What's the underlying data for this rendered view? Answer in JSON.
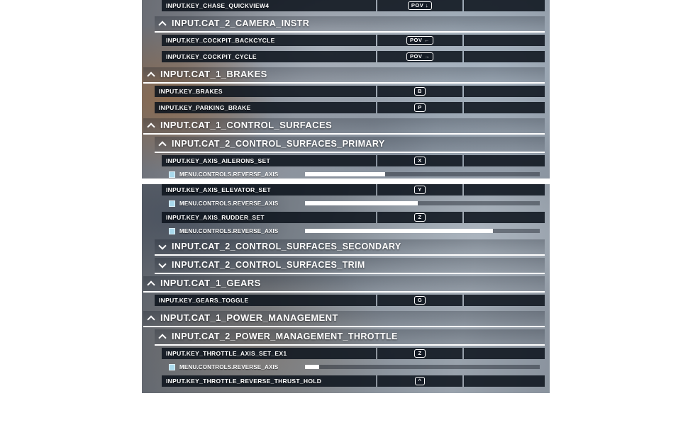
{
  "colors": {
    "row_bg": "rgba(14,20,30,0.88)",
    "badge_border": "#ffffff",
    "checkbox_fill": "#a9d9ec",
    "slider_fill": "#ffffff",
    "header_underline": "#ffffff"
  },
  "top_panel": {
    "rows": [
      {
        "label": "INPUT.KEY_CHASE_QUICKVIEW4",
        "key": "POV ↓"
      },
      {
        "label": "INPUT.CAT_2_CAMERA_INSTR"
      },
      {
        "label": "INPUT.KEY_COCKPIT_BACKCYCLE",
        "key": "POV ←"
      },
      {
        "label": "INPUT.KEY_COCKPIT_CYCLE",
        "key": "POV →"
      },
      {
        "label": "INPUT.CAT_1_BRAKES"
      },
      {
        "label": "INPUT.KEY_BRAKES",
        "key": "B"
      },
      {
        "label": "INPUT.KEY_PARKING_BRAKE",
        "key": "P"
      },
      {
        "label": "INPUT.CAT_1_CONTROL_SURFACES"
      },
      {
        "label": "INPUT.CAT_2_CONTROL_SURFACES_PRIMARY"
      },
      {
        "label": "INPUT.KEY_AXIS_AILERONS_SET",
        "key": "X"
      },
      {
        "label": "MENU.CONTROLS.REVERSE_AXIS",
        "fill_style": "width:34%"
      }
    ]
  },
  "bottom_panel": {
    "rows": [
      {
        "label": "INPUT.KEY_AXIS_ELEVATOR_SET",
        "key": "Y"
      },
      {
        "label": "MENU.CONTROLS.REVERSE_AXIS",
        "fill_style": "width:48%"
      },
      {
        "label": "INPUT.KEY_AXIS_RUDDER_SET",
        "key": "Z"
      },
      {
        "label": "MENU.CONTROLS.REVERSE_AXIS",
        "fill_style": "width:80%"
      },
      {
        "label": "INPUT.CAT_2_CONTROL_SURFACES_SECONDARY"
      },
      {
        "label": "INPUT.CAT_2_CONTROL_SURFACES_TRIM"
      },
      {
        "label": "INPUT.CAT_1_GEARS"
      },
      {
        "label": "INPUT.KEY_GEARS_TOGGLE",
        "key": "G"
      },
      {
        "label": "INPUT.CAT_1_POWER_MANAGEMENT"
      },
      {
        "label": "INPUT.CAT_2_POWER_MANAGEMENT_THROTTLE"
      },
      {
        "label": "INPUT.KEY_THROTTLE_AXIS_SET_EX1",
        "key": "Z"
      },
      {
        "label": "MENU.CONTROLS.REVERSE_AXIS",
        "fill_style": "width:6%"
      },
      {
        "label": "INPUT.KEY_THROTTLE_REVERSE_THRUST_HOLD",
        "key": "^"
      }
    ]
  }
}
